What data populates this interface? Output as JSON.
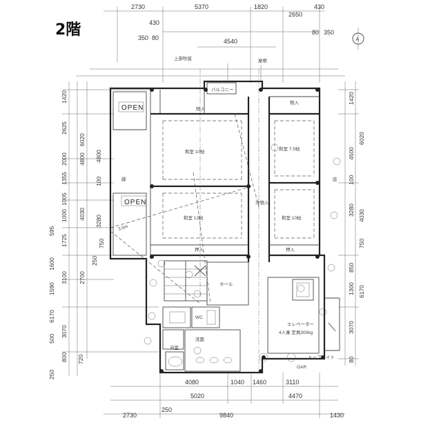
{
  "title": "2階",
  "north_label": "A",
  "top_dims_row1": [
    "2730",
    "5370",
    "1820",
    "2650",
    "430"
  ],
  "top_dims_row2": [
    "430",
    "350",
    "80",
    "4540",
    "80",
    "350"
  ],
  "bottom_dims_row1": [
    "4080",
    "1040",
    "1460",
    "3110"
  ],
  "bottom_dims_row2": [
    "5020",
    "4470"
  ],
  "bottom_dims_row3": [
    "2730",
    "250",
    "9840",
    "1430"
  ],
  "left_dims": [
    "1420",
    "2625",
    "4800",
    "2000",
    "1355",
    "1005",
    "1000",
    "1725",
    "595",
    "1600",
    "1590",
    "3100",
    "6170",
    "3070",
    "500",
    "800",
    "720",
    "250"
  ],
  "left_dims_inner": [
    "6020",
    "4800",
    "100",
    "4030",
    "3280",
    "2700",
    "250",
    "750"
  ],
  "right_dims": [
    "1420",
    "4500",
    "6020",
    "100",
    "3280",
    "4030",
    "850",
    "750",
    "1300",
    "6170",
    "3070",
    "80"
  ],
  "open_labels": [
    "OPEN",
    "OPEN"
  ],
  "room_labels": {
    "hall": "物入",
    "room1": "和室 10帖",
    "room2": "和室 7.5帖",
    "room3": "和室 12帖",
    "room4": "和室 10帖",
    "oshiire1": "押入",
    "oshiire2": "押入",
    "storage": "物入",
    "closet": "洋物入",
    "porch": "縁",
    "balcony": "バルコニー",
    "stair": "ホール",
    "toilet": "WC",
    "wash": "洗面",
    "bath": "浴室",
    "elevator": "エレベーター",
    "ev_spec": "4人乗 定員300kg",
    "gar": "GAR"
  },
  "annotations": {
    "diag": "3.5m",
    "upper": "上部吹抜",
    "roof": "屋根",
    "cheng": "庇",
    "skylight": "トップライト"
  }
}
